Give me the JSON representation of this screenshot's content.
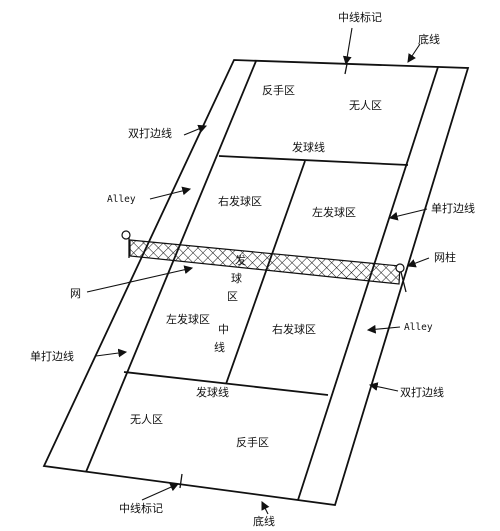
{
  "labels": {
    "center_mark_top": "中线标记",
    "baseline_top": "底线",
    "backhand_top": "反手区",
    "no_mans_land_top": "无人区",
    "doubles_sideline_left": "双打边线",
    "service_line_top": "发球线",
    "alley_left": "Alley",
    "right_service_top": "右发球区",
    "left_service_top": "左发球区",
    "singles_sideline_right": "单打边线",
    "net_post": "网柱",
    "net": "网",
    "center_service_line": [
      "发",
      "球",
      "区",
      "中",
      "线"
    ],
    "left_service_bottom": "左发球区",
    "right_service_bottom": "右发球区",
    "alley_right": "Alley",
    "singles_sideline_left": "单打边线",
    "service_line_bottom": "发球线",
    "doubles_sideline_right": "双打边线",
    "no_mans_land_bottom": "无人区",
    "backhand_bottom": "反手区",
    "center_mark_bottom": "中线标记",
    "baseline_bottom": "底线"
  },
  "icons": {
    "arrow": "arrow-icon",
    "net_post": "net-post-icon",
    "net": "net-mesh-icon"
  },
  "colors": {
    "ink": "#111111",
    "background": "#ffffff"
  }
}
